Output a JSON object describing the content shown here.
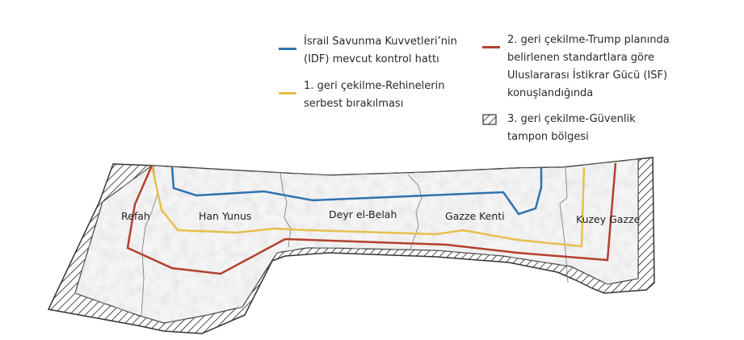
{
  "colors": {
    "idf_line": "#2f72b0",
    "first_withdrawal": "#e6c04c",
    "second_withdrawal": "#b3402f",
    "buffer": "#333333"
  },
  "legend": {
    "idf": {
      "icon": "blue-line-icon",
      "lines": [
        "İsrail Savunma Kuvvetleri’nin",
        "(IDF) mevcut kontrol hattı"
      ]
    },
    "first": {
      "icon": "yellow-line-icon",
      "lines": [
        "1. geri çekilme-Rehinelerin",
        "serbest bırakılması"
      ]
    },
    "second": {
      "icon": "red-line-icon",
      "lines": [
        "2. geri çekilme-Trump planında",
        "belirlenen standartlara göre",
        "Uluslararası İstikrar Gücü (ISF)",
        "konuşlandığında"
      ]
    },
    "third": {
      "icon": "hatch-pattern-icon",
      "lines": [
        "3. geri çekilme-Güvenlik",
        "tampon bölgesi"
      ]
    }
  },
  "regions": [
    "Refah",
    "Han Yunus",
    "Deyr el-Belah",
    "Gazze Kenti",
    "Kuzey Gazze"
  ]
}
